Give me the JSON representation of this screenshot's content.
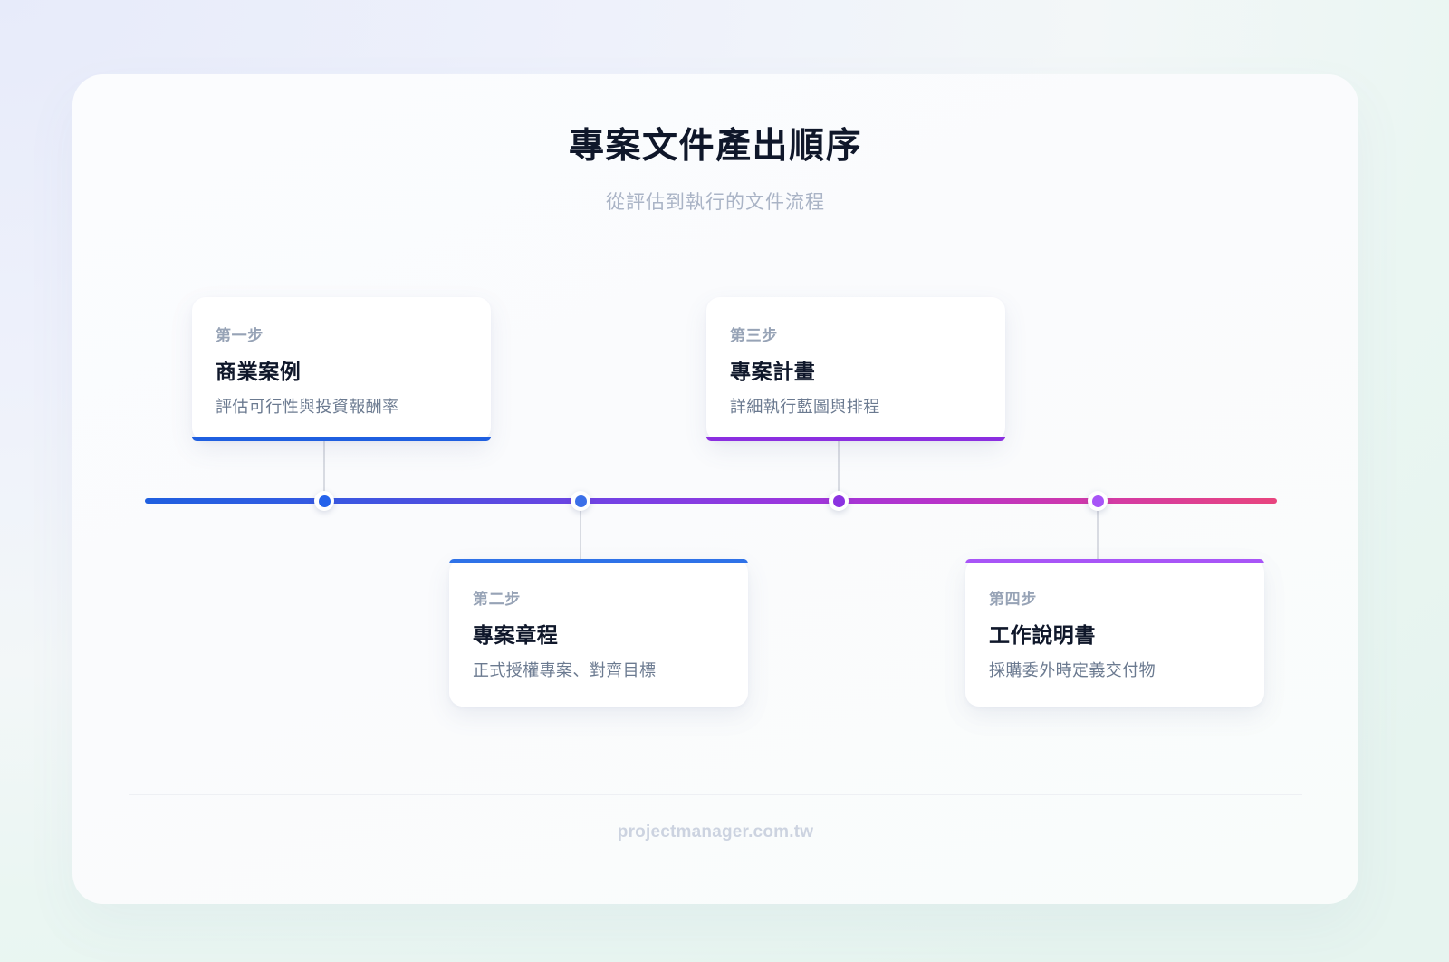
{
  "header": {
    "title": "專案文件產出順序",
    "subtitle": "從評估到執行的文件流程"
  },
  "timeline": {
    "rail_gradient_stops": [
      "#1f5fe0",
      "#4b4fe0",
      "#7b3fe4",
      "#b733ca",
      "#e8457e"
    ],
    "nodes": [
      {
        "name": "node-1",
        "color": "#2563eb",
        "position_pct": 16
      },
      {
        "name": "node-2",
        "color": "#3b6fe8",
        "position_pct": 39
      },
      {
        "name": "node-3",
        "color": "#8b32e0",
        "position_pct": 62
      },
      {
        "name": "node-4",
        "color": "#a855f7",
        "position_pct": 85
      }
    ]
  },
  "steps": [
    {
      "step": "第一步",
      "title": "商業案例",
      "desc": "評估可行性與投資報酬率",
      "accent": "#1f5fe0",
      "placement": "above"
    },
    {
      "step": "第二步",
      "title": "專案章程",
      "desc": "正式授權專案、對齊目標",
      "accent": "#2f72e8",
      "placement": "below"
    },
    {
      "step": "第三步",
      "title": "專案計畫",
      "desc": "詳細執行藍圖與排程",
      "accent": "#8b2fe0",
      "placement": "above"
    },
    {
      "step": "第四步",
      "title": "工作說明書",
      "desc": "採購委外時定義交付物",
      "accent": "#a855f7",
      "placement": "below"
    }
  ],
  "footer": {
    "brand": "projectmanager.com.tw"
  }
}
